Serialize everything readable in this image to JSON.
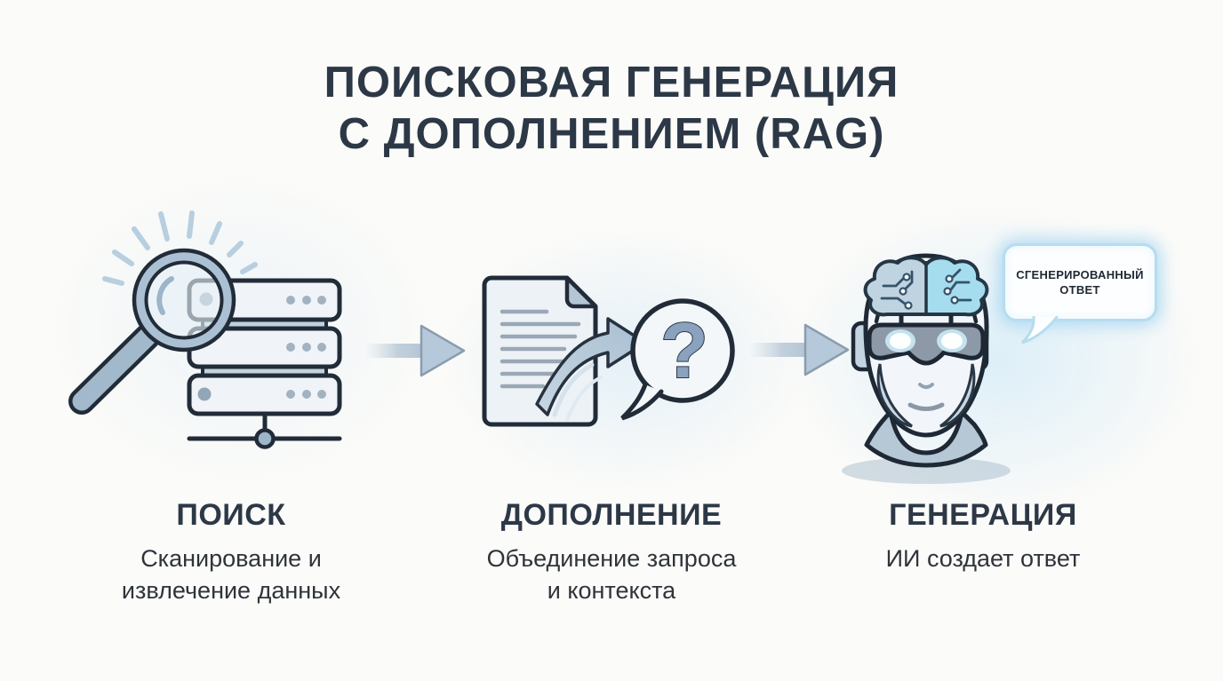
{
  "title": {
    "lines": [
      "ПОИСКОВАЯ ГЕНЕРАЦИЯ",
      "С ДОПОЛНЕНИЕМ (RAG)"
    ]
  },
  "steps": [
    {
      "label": "ПОИСК",
      "description_lines": [
        "Сканирование и",
        "извлечение данных"
      ],
      "icon": "magnifier-over-database"
    },
    {
      "label": "ДОПОЛНЕНИЕ",
      "description_lines": [
        "Объединение запроса",
        "и контекста"
      ],
      "icon": "document-merged-with-question"
    },
    {
      "label": "ГЕНЕРАЦИЯ",
      "description_lines": [
        "ИИ создает ответ"
      ],
      "icon": "ai-robot-head"
    }
  ],
  "generated_answer_bubble": {
    "lines": [
      "СГЕНЕРИРОВАННЫЙ",
      "ОТВЕТ"
    ]
  },
  "question_mark": "?",
  "colors": {
    "background": "#fbfbf9",
    "title_text": "#2d3847",
    "body_text": "#2f343a",
    "icon_outline": "#212c38",
    "icon_fill_light": "#f0f4f8",
    "icon_accent_blue": "#abc1d3",
    "flow_arrow": "#b7c9d9",
    "brain_cyan": "#a5ddee",
    "bubble_border": "#b6dcef",
    "bubble_glow": "rgba(145,205,240,0.65)"
  }
}
